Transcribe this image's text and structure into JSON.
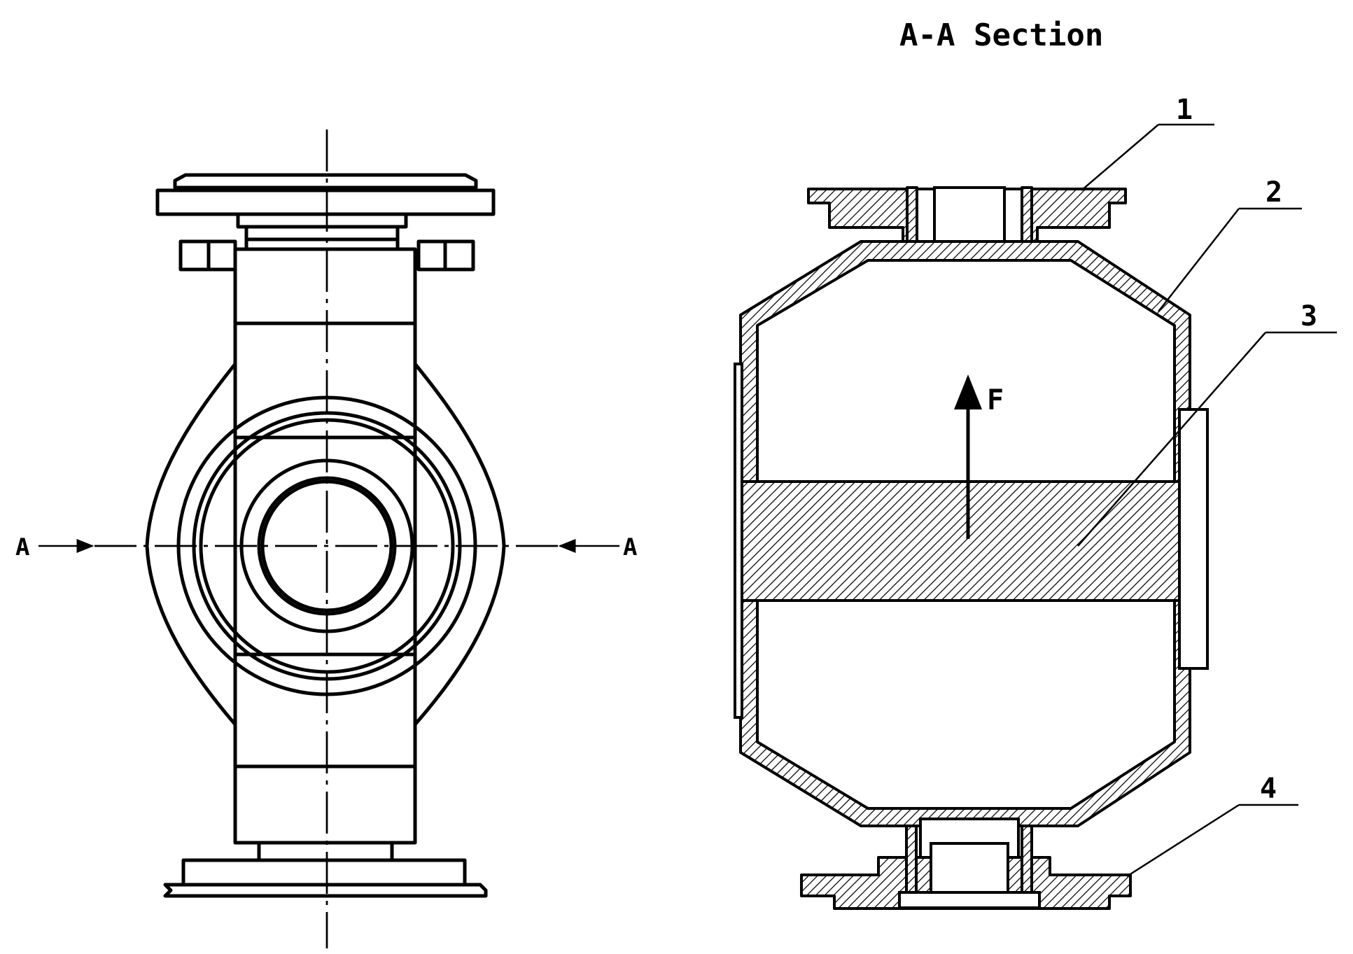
{
  "diagram": {
    "section_title": "A-A Section",
    "section_markers": [
      "A",
      "A"
    ],
    "force_label": "F",
    "callouts": [
      "1",
      "2",
      "3",
      "4"
    ]
  }
}
